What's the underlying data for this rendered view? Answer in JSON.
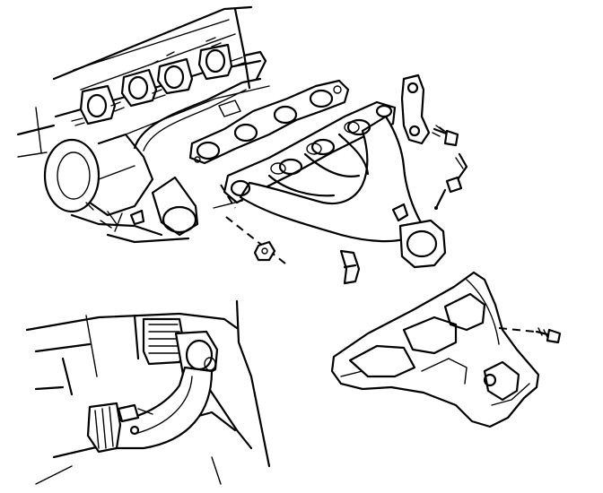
{
  "diagram": {
    "type": "exploded-parts-view",
    "line_color": "#000000",
    "background": "#ffffff",
    "components": [
      {
        "id": "engine-block",
        "icon": "engine-block-icon"
      },
      {
        "id": "exhaust-gasket",
        "icon": "gasket-icon"
      },
      {
        "id": "exhaust-manifold",
        "icon": "manifold-icon"
      },
      {
        "id": "lifting-bracket",
        "icon": "bracket-icon"
      },
      {
        "id": "oxygen-sensor",
        "icon": "sensor-icon"
      },
      {
        "id": "manifold-bolt",
        "icon": "bolt-icon"
      },
      {
        "id": "manifold-nut",
        "icon": "nut-icon"
      },
      {
        "id": "support-clip",
        "icon": "clip-icon"
      },
      {
        "id": "heat-shield",
        "icon": "heat-shield-icon"
      },
      {
        "id": "heat-shield-screw",
        "icon": "screw-icon"
      },
      {
        "id": "exhaust-pipe-connection",
        "icon": "pipe-icon"
      }
    ]
  }
}
